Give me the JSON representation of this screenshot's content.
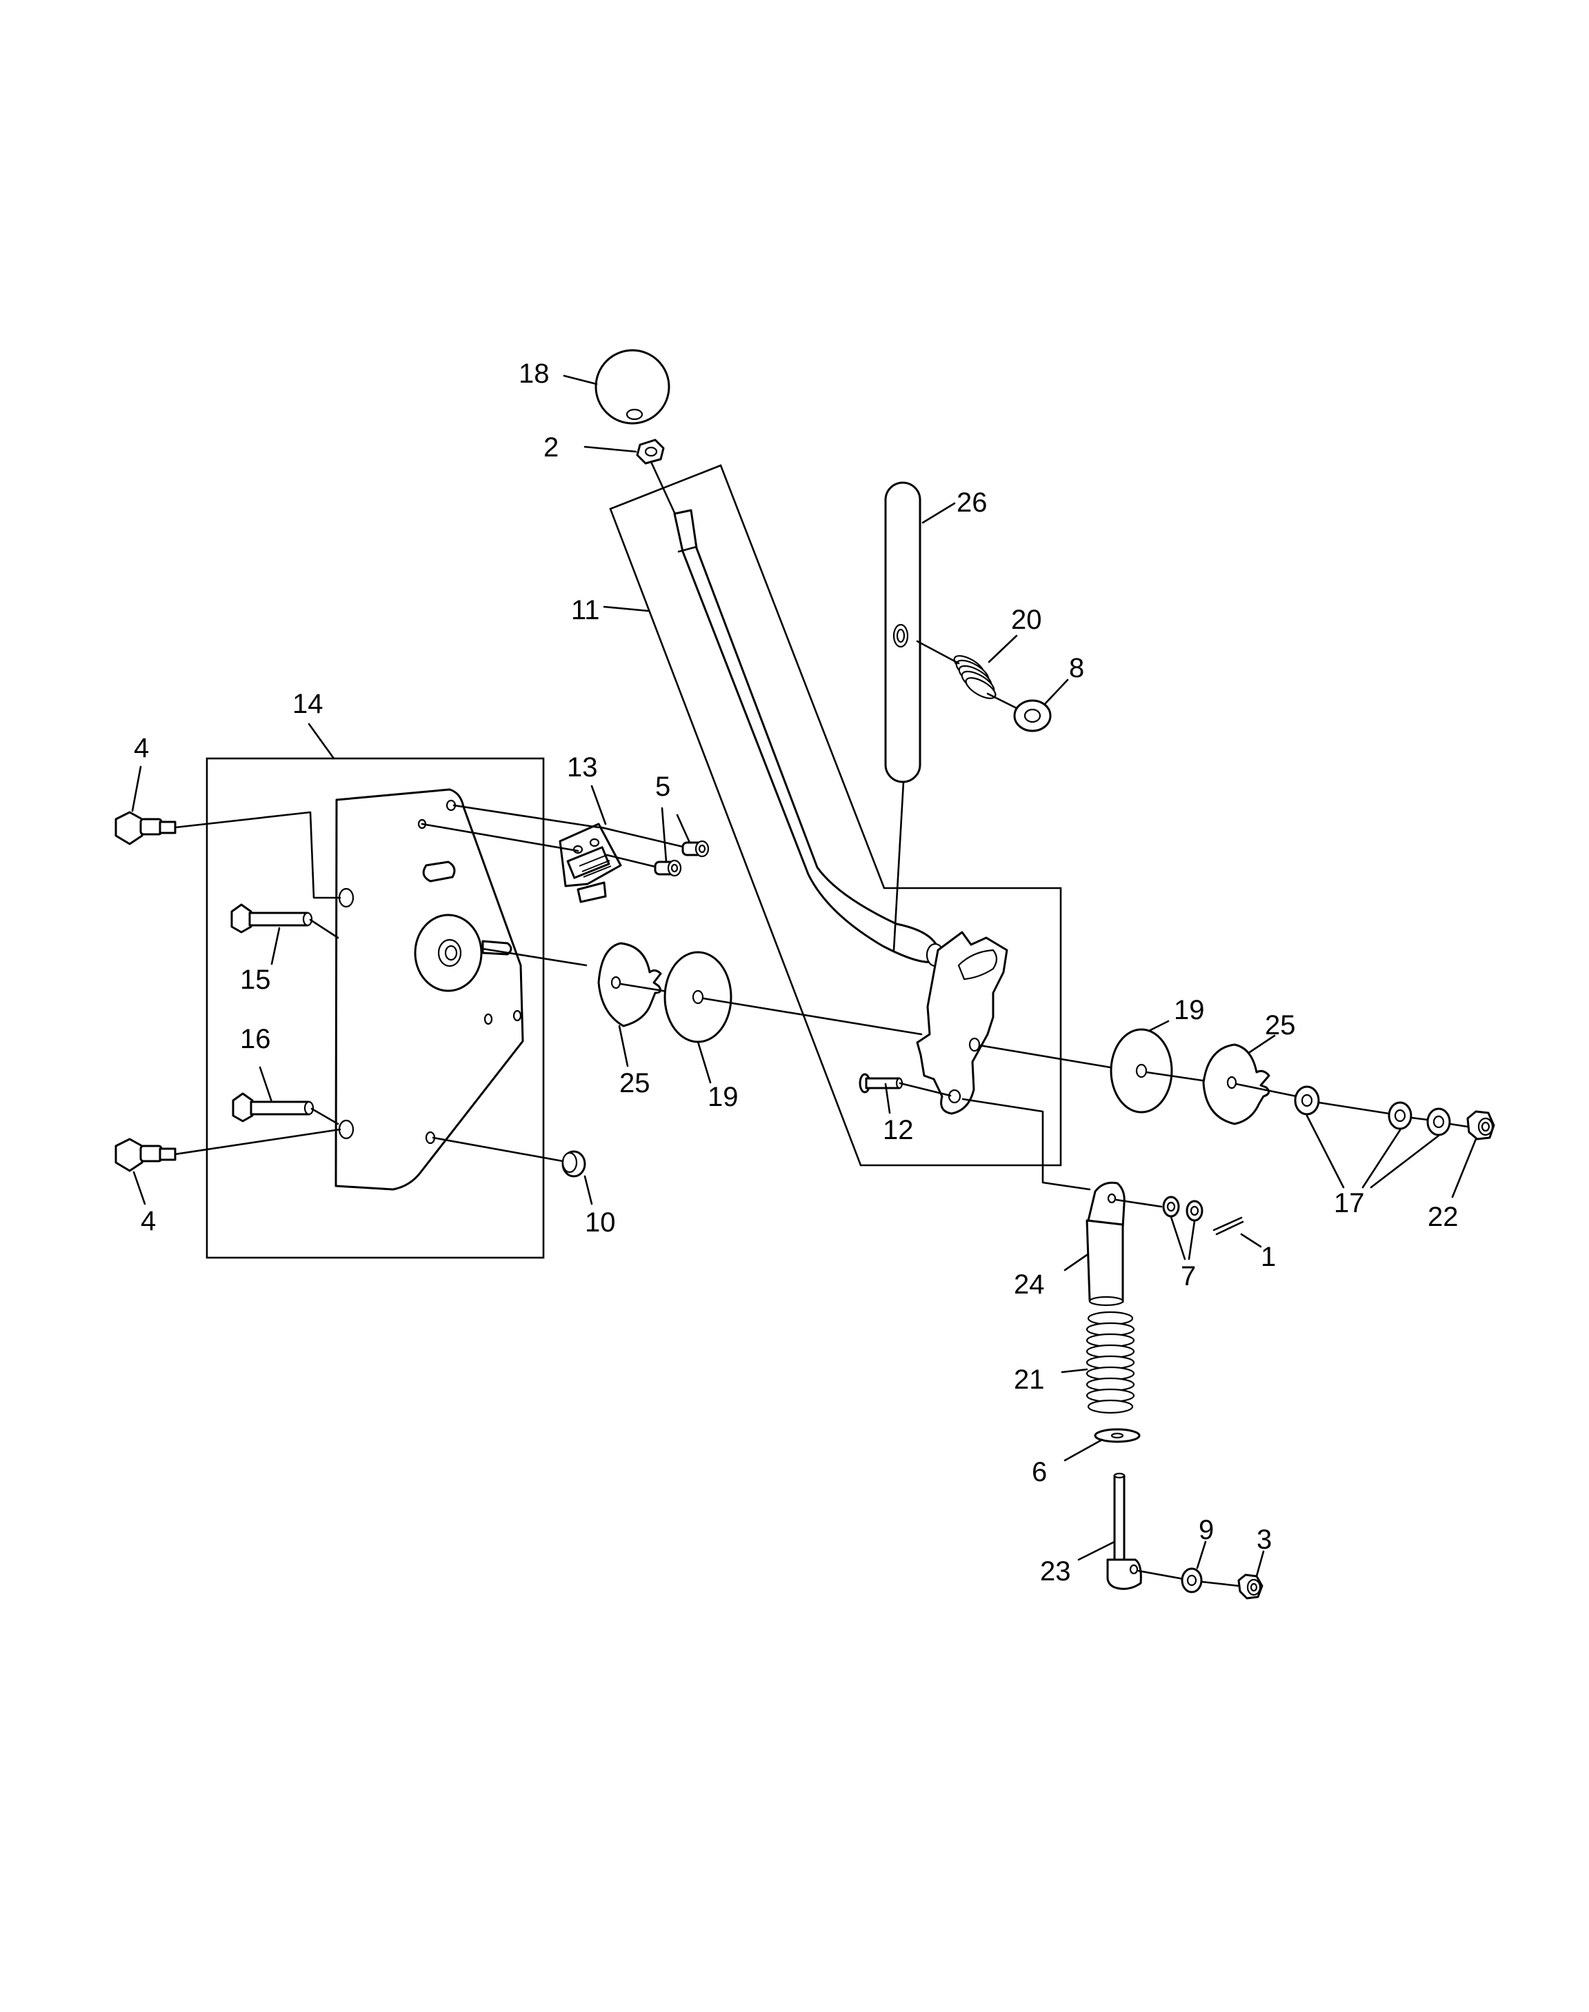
{
  "diagram": {
    "type": "exploded-parts-diagram",
    "callouts": [
      {
        "id": "c18",
        "label": "18"
      },
      {
        "id": "c2",
        "label": "2"
      },
      {
        "id": "c26",
        "label": "26"
      },
      {
        "id": "c11",
        "label": "11"
      },
      {
        "id": "c20",
        "label": "20"
      },
      {
        "id": "c8",
        "label": "8"
      },
      {
        "id": "c14",
        "label": "14"
      },
      {
        "id": "c4a",
        "label": "4"
      },
      {
        "id": "c13",
        "label": "13"
      },
      {
        "id": "c5",
        "label": "5"
      },
      {
        "id": "c15",
        "label": "15"
      },
      {
        "id": "c16",
        "label": "16"
      },
      {
        "id": "c4b",
        "label": "4"
      },
      {
        "id": "c10",
        "label": "10"
      },
      {
        "id": "c25a",
        "label": "25"
      },
      {
        "id": "c19a",
        "label": "19"
      },
      {
        "id": "c12",
        "label": "12"
      },
      {
        "id": "c19b",
        "label": "19"
      },
      {
        "id": "c25b",
        "label": "25"
      },
      {
        "id": "c17",
        "label": "17"
      },
      {
        "id": "c22",
        "label": "22"
      },
      {
        "id": "c1",
        "label": "1"
      },
      {
        "id": "c7",
        "label": "7"
      },
      {
        "id": "c24",
        "label": "24"
      },
      {
        "id": "c21",
        "label": "21"
      },
      {
        "id": "c6",
        "label": "6"
      },
      {
        "id": "c23",
        "label": "23"
      },
      {
        "id": "c9",
        "label": "9"
      },
      {
        "id": "c3",
        "label": "3"
      }
    ]
  }
}
